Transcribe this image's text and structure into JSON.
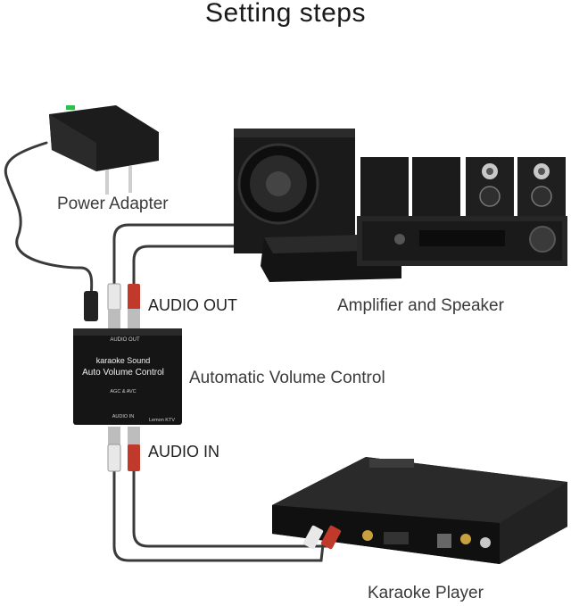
{
  "title": "Setting steps",
  "labels": {
    "power_adapter": "Power Adapter",
    "audio_out": "AUDIO OUT",
    "amplifier_speaker": "Amplifier and Speaker",
    "automatic_volume_control": "Automatic Volume Control",
    "audio_in": "AUDIO IN",
    "karaoke_player": "Karaoke Player"
  },
  "device": {
    "top_port_label": "AUDIO OUT",
    "brand_line1": "karaoke Sound",
    "brand_line2": "Auto Volume  Control",
    "mode_label": "AGC & AVC",
    "bottom_port_label": "AUDIO IN",
    "maker": "Lemon KTV"
  },
  "colors": {
    "cable": "#3a3a3a",
    "rca_red": "#c0392b",
    "rca_white": "#e8e8e8",
    "device_body": "#151515"
  }
}
